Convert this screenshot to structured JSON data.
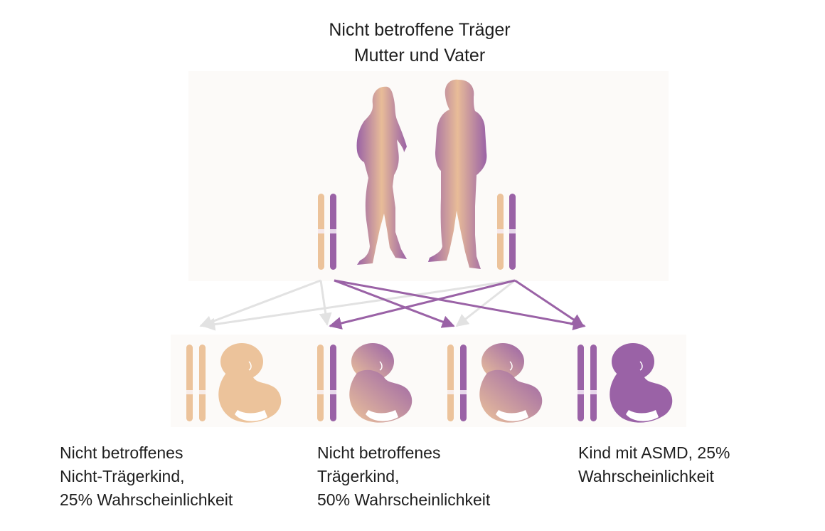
{
  "title": {
    "line1": "Nicht betroffene Träger",
    "line2": "Mutter und Vater"
  },
  "colors": {
    "healthy": "#ecc39b",
    "affected": "#9a62a6",
    "band": "#f3dfe5",
    "arrow_healthy": "#e2e2e2",
    "arrow_affected": "#9a62a6"
  },
  "outcomes": [
    {
      "lines": [
        "Nicht betroffenes",
        "Nicht-Trägerkind,",
        "25% Wahrscheinlichkeit"
      ]
    },
    {
      "lines": [
        "Nicht betroffenes",
        "Trägerkind,",
        "50% Wahrscheinlichkeit"
      ]
    },
    {
      "lines": [
        "Kind mit ASMD, 25%",
        "Wahrscheinlichkeit"
      ]
    }
  ]
}
